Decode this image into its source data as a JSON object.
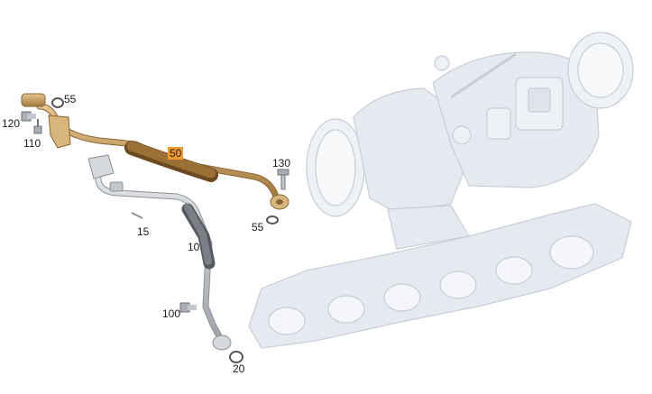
{
  "callouts": {
    "c55a": "55",
    "c120": "120",
    "c110": "110",
    "c50": "50",
    "c130": "130",
    "c55b": "55",
    "c15": "15",
    "c10": "10",
    "c100": "100",
    "c20": "20"
  },
  "highlighted_callout": "50",
  "colors": {
    "highlight": "#f39a2c",
    "oil_line_brass": "#c8a066",
    "turbo_ghost": "#e2e7ee",
    "return_line_grey": "#b8bcc2"
  }
}
